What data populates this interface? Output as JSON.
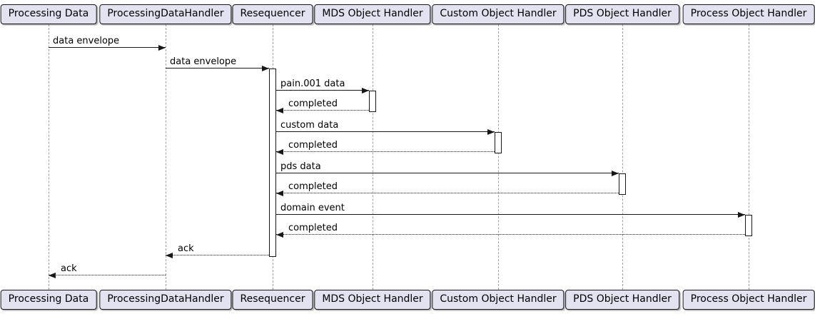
{
  "diagram": {
    "type": "uml-sequence-diagram",
    "participants": [
      {
        "label": "Processing Data"
      },
      {
        "label": "ProcessingDataHandler"
      },
      {
        "label": "Resequencer"
      },
      {
        "label": "MDS Object Handler"
      },
      {
        "label": "Custom Object Handler"
      },
      {
        "label": "PDS Object Handler"
      },
      {
        "label": "Process Object Handler"
      }
    ],
    "messages": [
      {
        "label": "data envelope",
        "from": "Processing Data",
        "to": "ProcessingDataHandler",
        "line": "solid"
      },
      {
        "label": "data envelope",
        "from": "ProcessingDataHandler",
        "to": "Resequencer",
        "line": "solid"
      },
      {
        "label": "pain.001 data",
        "from": "Resequencer",
        "to": "MDS Object Handler",
        "line": "solid"
      },
      {
        "label": "completed",
        "from": "MDS Object Handler",
        "to": "Resequencer",
        "line": "dotted"
      },
      {
        "label": "custom data",
        "from": "Resequencer",
        "to": "Custom Object Handler",
        "line": "solid"
      },
      {
        "label": "completed",
        "from": "Custom Object Handler",
        "to": "Resequencer",
        "line": "dotted"
      },
      {
        "label": "pds data",
        "from": "Resequencer",
        "to": "PDS Object Handler",
        "line": "solid"
      },
      {
        "label": "completed",
        "from": "PDS Object Handler",
        "to": "Resequencer",
        "line": "dotted"
      },
      {
        "label": "domain event",
        "from": "Resequencer",
        "to": "Process Object Handler",
        "line": "solid"
      },
      {
        "label": "completed",
        "from": "Process Object Handler",
        "to": "Resequencer",
        "line": "dotted"
      },
      {
        "label": "ack",
        "from": "Resequencer",
        "to": "ProcessingDataHandler",
        "line": "dotted"
      },
      {
        "label": "ack",
        "from": "ProcessingDataHandler",
        "to": "Processing Data",
        "line": "dotted"
      }
    ],
    "colors": {
      "participant_fill": "#E2E2F0",
      "participant_border": "#181818",
      "lifeline": "#A0A0A2",
      "arrow": "#181818",
      "text": "#000000",
      "background": "#FFFFFF"
    }
  }
}
